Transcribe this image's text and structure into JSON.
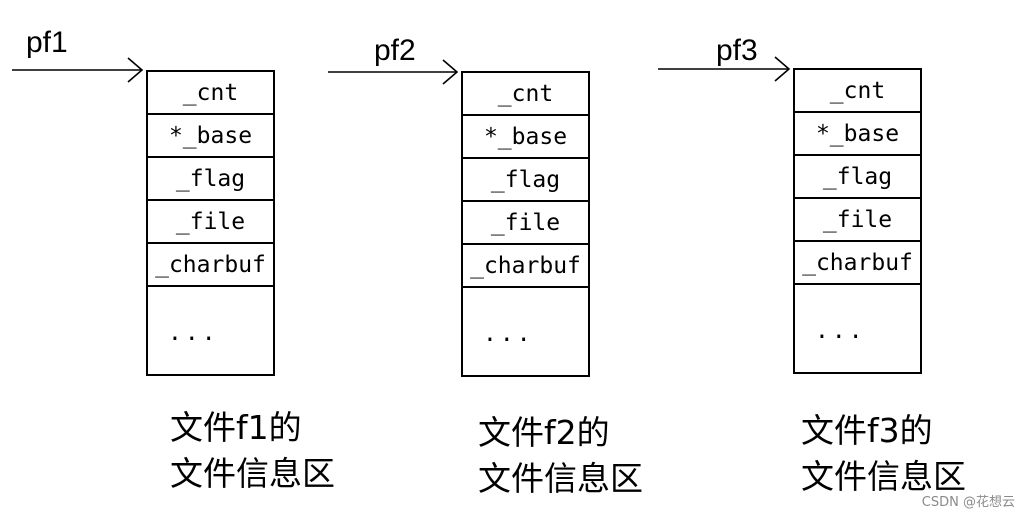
{
  "blocks": [
    {
      "pointer": "pf1",
      "fields": [
        "_cnt",
        "*_base",
        "_flag",
        "_file",
        "_charbuf",
        "..."
      ],
      "caption_line1": "文件f1的",
      "caption_line2": "文件信息区"
    },
    {
      "pointer": "pf2",
      "fields": [
        "_cnt",
        "*_base",
        "_flag",
        "_file",
        "_charbuf",
        "..."
      ],
      "caption_line1": "文件f2的",
      "caption_line2": "文件信息区"
    },
    {
      "pointer": "pf3",
      "fields": [
        "_cnt",
        "*_base",
        "_flag",
        "_file",
        "_charbuf",
        "..."
      ],
      "caption_line1": "文件f3的",
      "caption_line2": "文件信息区"
    }
  ],
  "watermark": "CSDN @花想云"
}
